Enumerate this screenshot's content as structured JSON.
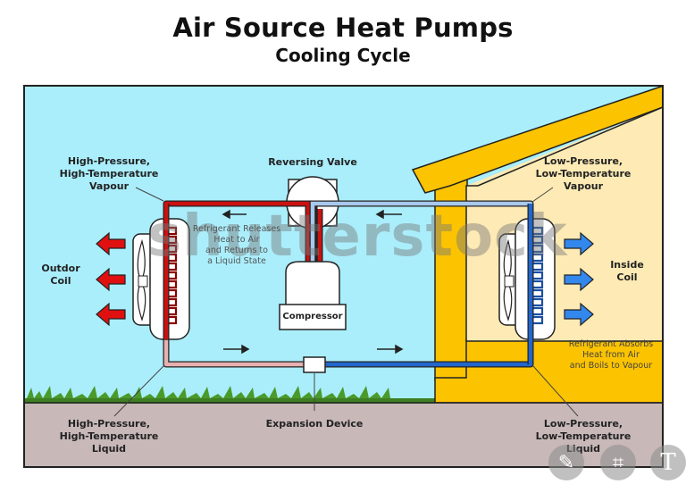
{
  "header": {
    "title": "Air Source Heat Pumps",
    "subtitle": "Cooling Cycle"
  },
  "labels": {
    "hp_vapour": [
      "High-Pressure,",
      "High-Temperature",
      "Vapour"
    ],
    "reversing_valve": "Reversing Valve",
    "lp_vapour": [
      "Low-Pressure,",
      "Low-Temperature",
      "Vapour"
    ],
    "outdoor_coil": [
      "Outdor",
      "Coil"
    ],
    "inside_coil": [
      "Inside",
      "Coil"
    ],
    "compressor": "Compressor",
    "hp_liquid": [
      "High-Pressure,",
      "High-Temperature",
      "Liquid"
    ],
    "expansion_device": "Expansion Device",
    "lp_liquid": [
      "Low-Pressure,",
      "Low-Temperature",
      "Liquid"
    ]
  },
  "notes": {
    "release": [
      "Refrigerant Releases",
      "Heat to Air",
      "and Returns to",
      "a Liquid State"
    ],
    "absorb": [
      "Refrigerant Absorbs",
      "Heat from Air",
      "and Boils to Vapour"
    ]
  },
  "watermark": "shutterstock",
  "toolbar": {
    "tools": [
      {
        "name": "magic-edit",
        "glyph": "✎"
      },
      {
        "name": "crop",
        "glyph": "⌗"
      },
      {
        "name": "text",
        "glyph": "T"
      }
    ]
  },
  "colors": {
    "sky": "#aaeefc",
    "house_wall": "#fdeab4",
    "house_frame": "#fcc300",
    "ground": "#c8b8b8",
    "grass": "#4a8a2a",
    "hot_pipe": "#cc1111",
    "warm_pipe": "#e8b0b0",
    "cold_pipe": "#2266cc",
    "cool_pipe": "#a8c8ec",
    "hot_arrow": "#e01010",
    "cold_arrow": "#3388ee"
  }
}
